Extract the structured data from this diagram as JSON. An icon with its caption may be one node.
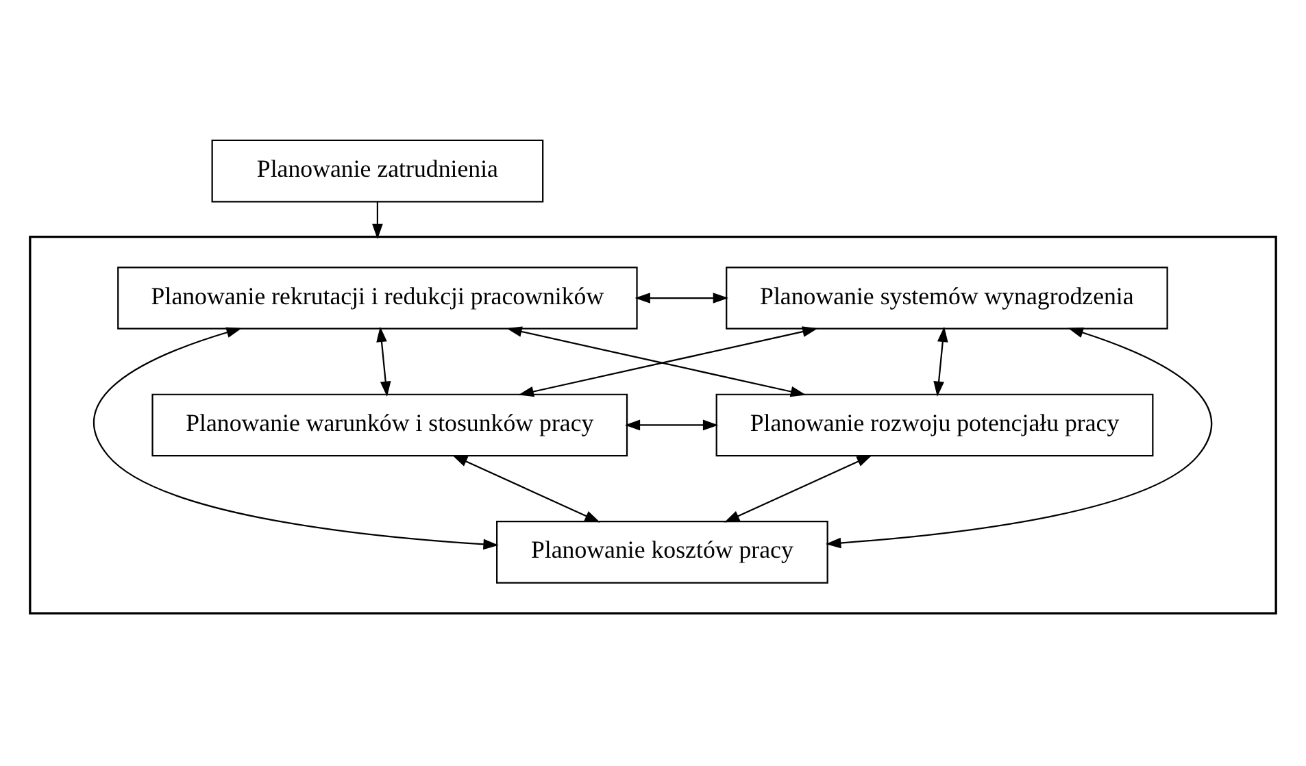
{
  "diagram": {
    "nodes": [
      {
        "text": [
          "Planowanie zatrudnienia"
        ]
      },
      {
        "text": [],
        "shape": "box"
      },
      {
        "text": [
          "Planowanie rekrutacji i redukcji pracowników"
        ],
        "in": 1
      },
      {
        "text": [
          "Planowanie systemów wynagrodzenia"
        ],
        "in": 1
      },
      {
        "text": [
          "Planowanie warunków i stosunków pracy"
        ],
        "in": 1
      },
      {
        "text": [
          "Planowanie rozwoju potencjału pracy"
        ],
        "in": 1
      },
      {
        "text": [
          "Planowanie kosztów pracy"
        ],
        "in": 1
      }
    ],
    "edges": [
      {
        "from": 0,
        "to": 1,
        "arrow": "to"
      },
      {
        "from": 2,
        "to": 3,
        "arrow": "both"
      },
      {
        "from": 2,
        "to": 4,
        "arrow": "both"
      },
      {
        "from": 3,
        "to": 5,
        "arrow": "both"
      },
      {
        "from": 2,
        "to": 5,
        "arrow": "both"
      },
      {
        "from": 3,
        "to": 4,
        "arrow": "both"
      },
      {
        "from": 4,
        "to": 5,
        "arrow": "both"
      },
      {
        "from": 4,
        "to": 6,
        "arrow": "both"
      },
      {
        "from": 5,
        "to": 6,
        "arrow": "both"
      },
      {
        "from": 2,
        "to": 6,
        "arrow": "both"
      },
      {
        "from": 3,
        "to": 6,
        "arrow": "both"
      }
    ]
  }
}
